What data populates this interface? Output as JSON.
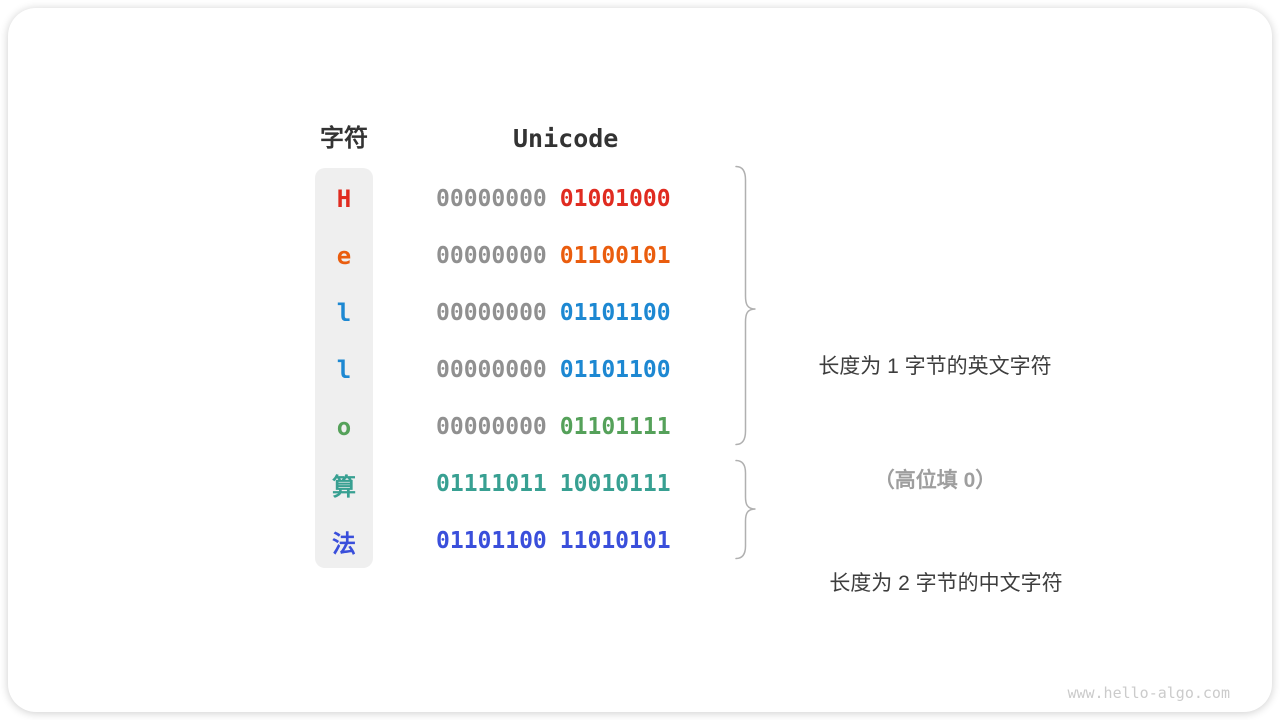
{
  "page": {
    "watermark": "www.hello-algo.com"
  },
  "table": {
    "headers": {
      "char": "字符",
      "unicode": "Unicode"
    },
    "rows": [
      {
        "char": "H",
        "char_color": "#e02b20",
        "byte_high": "00000000",
        "byte_high_color": "#909090",
        "byte_low": "01001000",
        "byte_low_color": "#e02b20"
      },
      {
        "char": "e",
        "char_color": "#ea5d0e",
        "byte_high": "00000000",
        "byte_high_color": "#909090",
        "byte_low": "01100101",
        "byte_low_color": "#ea5d0e"
      },
      {
        "char": "l",
        "char_color": "#1d88d2",
        "byte_high": "00000000",
        "byte_high_color": "#909090",
        "byte_low": "01101100",
        "byte_low_color": "#1d88d2"
      },
      {
        "char": "l",
        "char_color": "#1d88d2",
        "byte_high": "00000000",
        "byte_high_color": "#909090",
        "byte_low": "01101100",
        "byte_low_color": "#1d88d2"
      },
      {
        "char": "o",
        "char_color": "#55a15a",
        "byte_high": "00000000",
        "byte_high_color": "#909090",
        "byte_low": "01101111",
        "byte_low_color": "#55a15a"
      },
      {
        "char": "算",
        "char_color": "#38a092",
        "byte_high": "01111011",
        "byte_high_color": "#38a092",
        "byte_low": "10010111",
        "byte_low_color": "#38a092"
      },
      {
        "char": "法",
        "char_color": "#3a4fdb",
        "byte_high": "01101100",
        "byte_high_color": "#3a4fdb",
        "byte_low": "11010101",
        "byte_low_color": "#3a4fdb"
      }
    ]
  },
  "annotations": {
    "english": {
      "line1": "长度为 1 字节的英文字符",
      "line2": "（高位填 0）"
    },
    "chinese": {
      "line1": "长度为 2 字节的中文字符"
    }
  },
  "colors": {
    "red": "#e02b20",
    "orange": "#ea5d0e",
    "blue": "#1d88d2",
    "green": "#55a15a",
    "teal": "#38a092",
    "indigo": "#3a4fdb",
    "gray_byte": "#909090",
    "column_bg": "#efefef",
    "brace": "#b0b0b0",
    "text_dark": "#333333",
    "text_note": "#9e9e9e",
    "watermark": "#cbcbcb"
  }
}
